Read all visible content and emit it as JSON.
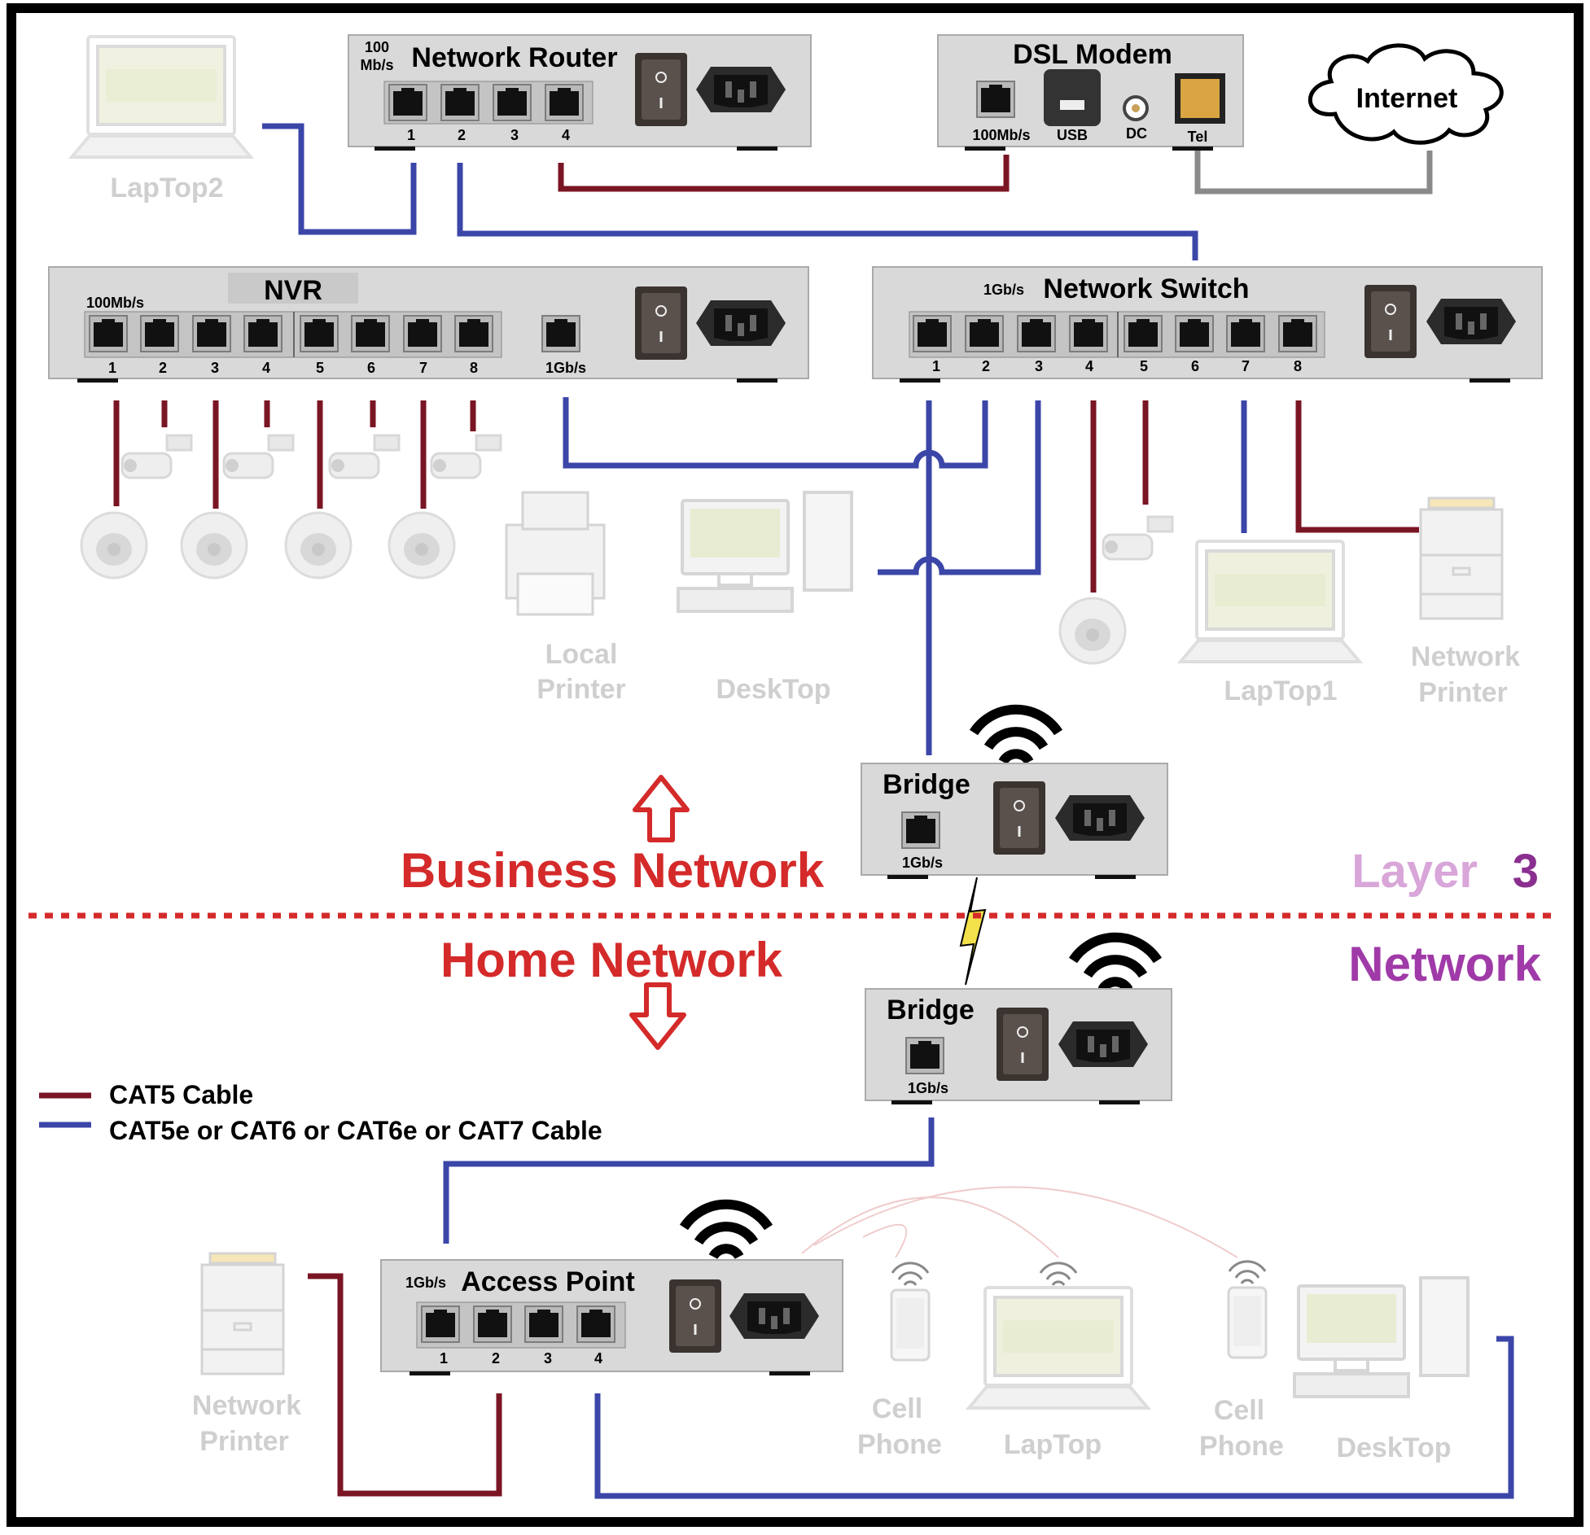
{
  "colors": {
    "cat5": "#7a1524",
    "cat6": "#3b46a8",
    "phone_line": "#8a8a8a",
    "device_body": "#d9d9d9",
    "business_red": "#d42a2a",
    "layer_light": "#d9a6d9",
    "layer_dark": "#8a2f8f",
    "faded": "#c9c9c9"
  },
  "router": {
    "title": "Network Router",
    "speed_top": "100",
    "speed_bottom": "Mb/s",
    "ports": [
      "1",
      "2",
      "3",
      "4"
    ]
  },
  "modem": {
    "title": "DSL Modem",
    "ports": [
      "100Mb/s",
      "USB",
      "DC",
      "Tel"
    ]
  },
  "internet": {
    "label": "Internet"
  },
  "nvr": {
    "title": "NVR",
    "speed": "100Mb/s",
    "ports": [
      "1",
      "2",
      "3",
      "4",
      "5",
      "6",
      "7",
      "8"
    ],
    "uplink": "1Gb/s"
  },
  "switch": {
    "title": "Network Switch",
    "speed": "1Gb/s",
    "ports": [
      "1",
      "2",
      "3",
      "4",
      "5",
      "6",
      "7",
      "8"
    ]
  },
  "bridge_top": {
    "title": "Bridge",
    "speed": "1Gb/s"
  },
  "bridge_bottom": {
    "title": "Bridge",
    "speed": "1Gb/s"
  },
  "access_point": {
    "title": "Access Point",
    "speed": "1Gb/s",
    "ports": [
      "1",
      "2",
      "3",
      "4"
    ]
  },
  "labels": {
    "laptop2": "LapTop2",
    "local_printer_1": "Local",
    "local_printer_2": "Printer",
    "desktop_business": "DeskTop",
    "laptop1": "LapTop1",
    "network_printer_business_1": "Network",
    "network_printer_business_2": "Printer",
    "network_printer_home_1": "Network",
    "network_printer_home_2": "Printer",
    "cell_phone_a_1": "Cell",
    "cell_phone_a_2": "Phone",
    "laptop_home": "LapTop",
    "cell_phone_b_1": "Cell",
    "cell_phone_b_2": "Phone",
    "desktop_home": "DeskTop"
  },
  "zones": {
    "business": "Business Network",
    "home": "Home Network",
    "layer_word": "Layer",
    "layer_num": "3",
    "layer_network": "Network"
  },
  "legend": {
    "cat5": "CAT5  Cable",
    "cat6": "CAT5e or CAT6 or CAT6e  or CAT7 Cable"
  },
  "icons": [
    "laptop-icon",
    "ip-camera-icon",
    "dome-camera-icon",
    "printer-icon",
    "desktop-icon",
    "cell-phone-icon",
    "wifi-icon",
    "power-switch-icon",
    "power-socket-icon",
    "cloud-icon",
    "ethernet-port-icon",
    "usb-port-icon",
    "dc-jack-icon",
    "phone-jack-icon",
    "lightning-icon",
    "arrow-up-icon",
    "arrow-down-icon"
  ]
}
